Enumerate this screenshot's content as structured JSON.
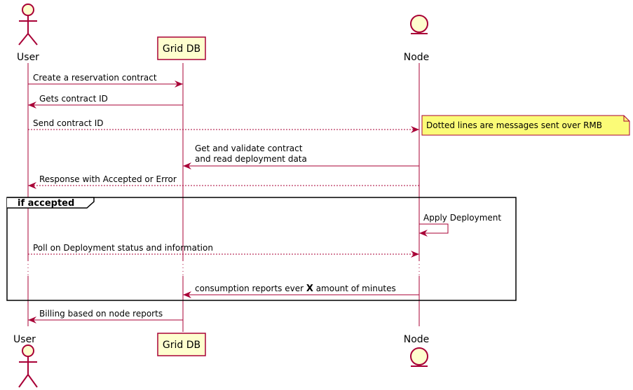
{
  "participants": {
    "user": {
      "label": "User",
      "type": "actor"
    },
    "grid_db": {
      "label": "Grid DB",
      "type": "participant"
    },
    "node": {
      "label": "Node",
      "type": "entity"
    }
  },
  "messages": {
    "m1": {
      "label": "Create a reservation contract",
      "from": "User",
      "to": "Grid DB",
      "style": "solid"
    },
    "m2": {
      "label": "Gets contract ID",
      "from": "Grid DB",
      "to": "User",
      "style": "solid"
    },
    "m3": {
      "label": "Send contract ID",
      "from": "User",
      "to": "Node",
      "style": "dotted"
    },
    "m4": {
      "line1": "Get and validate contract",
      "line2": "and read deployment data",
      "from": "Node",
      "to": "Grid DB",
      "style": "solid"
    },
    "m5": {
      "label": "Response with Accepted or Error",
      "from": "Node",
      "to": "User",
      "style": "dotted"
    },
    "m6": {
      "label": "Apply Deployment",
      "from": "Node",
      "to": "Node",
      "style": "solid"
    },
    "m7": {
      "label": "Poll on Deployment status and information",
      "from": "User",
      "to": "Node",
      "style": "dotted"
    },
    "m8": {
      "prefix": "consumption reports ever ",
      "bold": "X",
      "suffix": " amount of minutes",
      "from": "Node",
      "to": "Grid DB",
      "style": "solid"
    },
    "m9": {
      "label": "Billing based on node reports",
      "from": "Grid DB",
      "to": "User",
      "style": "solid"
    }
  },
  "note": {
    "text": "Dotted lines are messages sent over RMB"
  },
  "frame": {
    "title": "if accepted"
  },
  "colors": {
    "line": "#A80036",
    "participant_fill": "#FEFECE",
    "note_fill": "#FBFB77",
    "frame_border": "#000000"
  }
}
